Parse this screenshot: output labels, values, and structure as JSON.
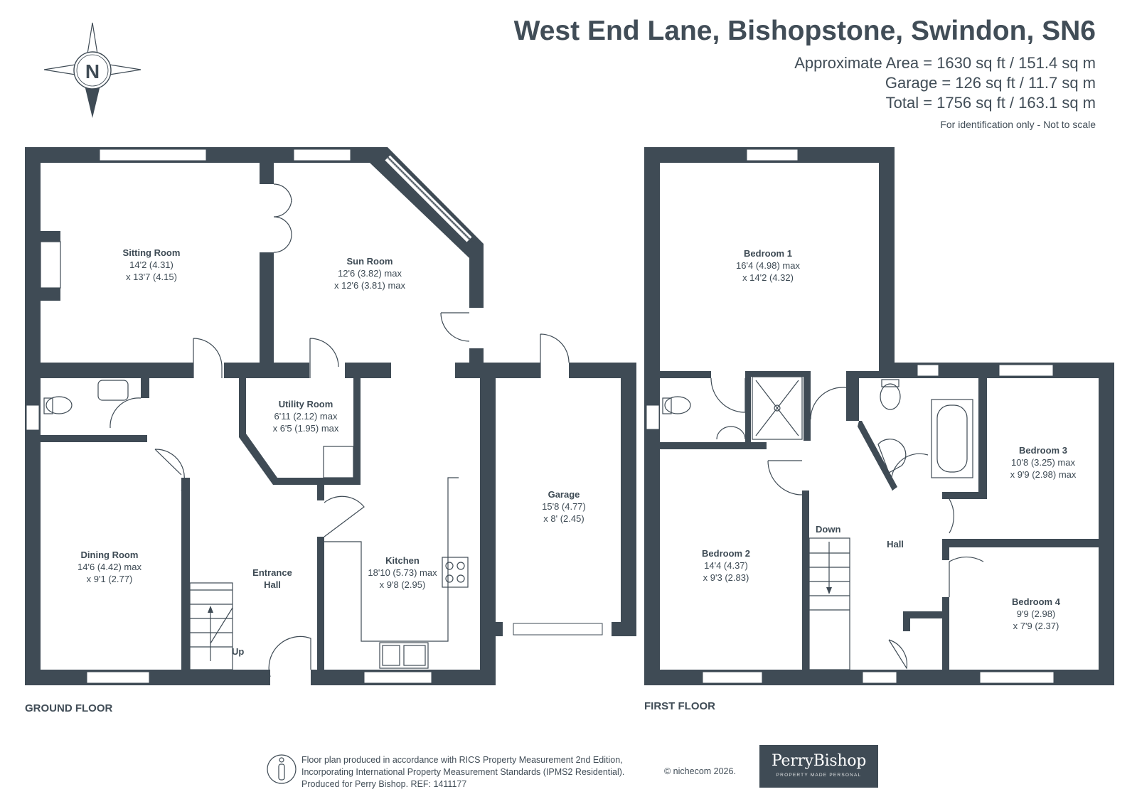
{
  "header": {
    "title": "West End Lane, Bishopstone, Swindon, SN6",
    "area_lines": [
      "Approximate Area = 1630 sq ft / 151.4 sq m",
      "Garage = 126 sq ft / 11.7 sq m",
      "Total = 1756 sq ft / 163.1 sq m"
    ],
    "disclaimer": "For identification only - Not to scale"
  },
  "compass": {
    "label": "N"
  },
  "ground_floor": {
    "label": "GROUND FLOOR",
    "rooms": {
      "sitting": {
        "name": "Sitting Room",
        "dim1": "14'2 (4.31)",
        "dim2": "x 13'7 (4.15)"
      },
      "sun": {
        "name": "Sun Room",
        "dim1": "12'6 (3.82) max",
        "dim2": "x 12'6 (3.81) max"
      },
      "utility": {
        "name": "Utility Room",
        "dim1": "6'11 (2.12) max",
        "dim2": "x 6'5 (1.95) max"
      },
      "garage": {
        "name": "Garage",
        "dim1": "15'8 (4.77)",
        "dim2": "x 8' (2.45)"
      },
      "dining": {
        "name": "Dining Room",
        "dim1": "14'6 (4.42) max",
        "dim2": "x 9'1 (2.77)"
      },
      "entrance": {
        "name1": "Entrance",
        "name2": "Hall"
      },
      "kitchen": {
        "name": "Kitchen",
        "dim1": "18'10 (5.73) max",
        "dim2": "x 9'8 (2.95)"
      }
    },
    "stairs_label": "Up"
  },
  "first_floor": {
    "label": "FIRST FLOOR",
    "rooms": {
      "bed1": {
        "name": "Bedroom 1",
        "dim1": "16'4 (4.98) max",
        "dim2": "x 14'2 (4.32)"
      },
      "bed2": {
        "name": "Bedroom 2",
        "dim1": "14'4 (4.37)",
        "dim2": "x 9'3 (2.83)"
      },
      "bed3": {
        "name": "Bedroom 3",
        "dim1": "10'8 (3.25) max",
        "dim2": "x 9'9 (2.98) max"
      },
      "bed4": {
        "name": "Bedroom 4",
        "dim1": "9'9 (2.98)",
        "dim2": "x 7'9 (2.37)"
      },
      "hall": {
        "name": "Hall"
      }
    },
    "stairs_label": "Down"
  },
  "footer": {
    "lines": [
      "Floor plan produced in accordance with RICS Property Measurement 2nd Edition,",
      "Incorporating International Property Measurement Standards (IPMS2 Residential).",
      "Produced for Perry Bishop.   REF: 1411177"
    ],
    "copyright": "© nichecom 2026.",
    "brand_name": "PerryBishop",
    "brand_tagline": "PROPERTY MADE PERSONAL"
  },
  "colors": {
    "wall": "#3f4b55",
    "text": "#414d57",
    "background": "#ffffff"
  }
}
